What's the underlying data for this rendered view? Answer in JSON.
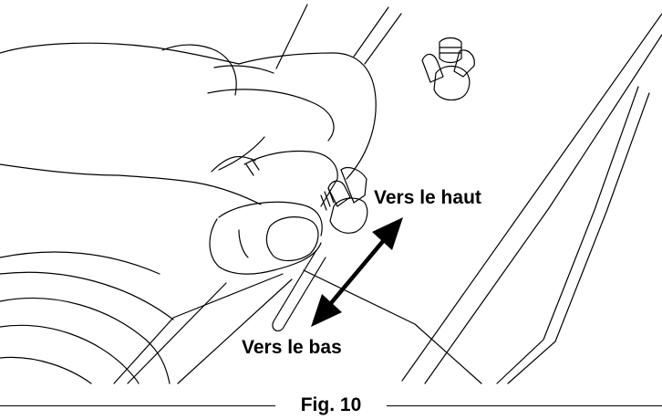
{
  "labels": {
    "up": "Vers le haut",
    "down": "Vers le bas"
  },
  "caption": "Fig. 10",
  "colors": {
    "ink": "#000000",
    "background": "#ffffff"
  },
  "icons": {
    "wing-nut": "wing-nut-icon",
    "arrow": "double-headed-arrow-icon"
  }
}
